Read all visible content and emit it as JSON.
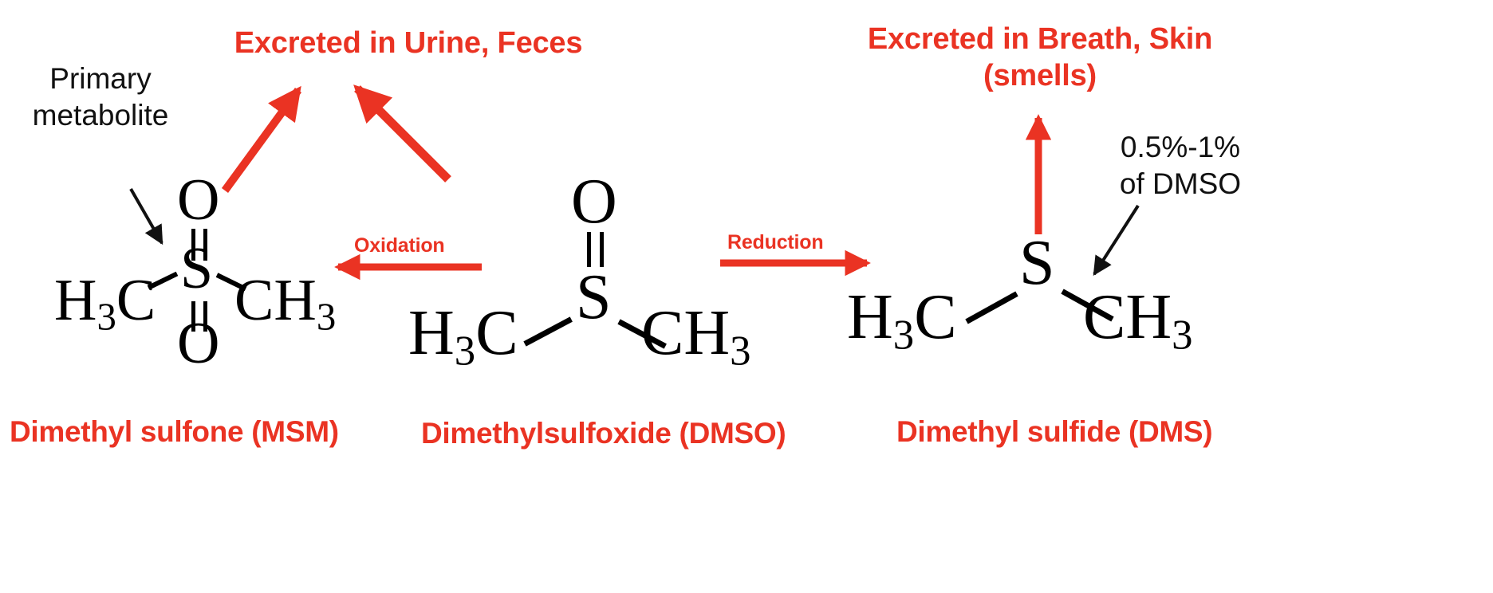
{
  "diagram": {
    "title": "DMSO metabolism pathway",
    "background_color": "#ffffff",
    "accent_red": "#EA3323",
    "ink_black": "#000000"
  },
  "annotations": {
    "primary_metabolite": "Primary\nmetabolite",
    "excreted_urine_feces": "Excreted in Urine, Feces",
    "excreted_breath_skin": "Excreted in Breath, Skin\n(smells)",
    "percent_of_dmso": "0.5%-1%\nof DMSO"
  },
  "reactions": {
    "oxidation_label": "Oxidation",
    "reduction_label": "Reduction"
  },
  "compounds": [
    {
      "id": "msm",
      "caption": "Dimethyl sulfone  (MSM)",
      "top_atom": "O",
      "bottom_atom": "O",
      "center_atom": "S",
      "left_group_main": "H",
      "left_group_sub": "3",
      "left_group_tail": "C",
      "right_group_main": "CH",
      "right_group_sub": "3"
    },
    {
      "id": "dmso",
      "caption": "Dimethylsulfoxide (DMSO)",
      "top_atom": "O",
      "center_atom": "S",
      "left_group_main": "H",
      "left_group_sub": "3",
      "left_group_tail": "C",
      "right_group_main": "CH",
      "right_group_sub": "3"
    },
    {
      "id": "dms",
      "caption": "Dimethyl sulfide (DMS)",
      "center_atom": "S",
      "left_group_main": "H",
      "left_group_sub": "3",
      "left_group_tail": "C",
      "right_group_main": "CH",
      "right_group_sub": "3"
    }
  ],
  "icons": {
    "arrow_up_right_red": "arrow-up-right-icon",
    "arrow_up_left_red": "arrow-up-left-icon",
    "arrow_left_red": "arrow-left-icon",
    "arrow_right_red": "arrow-right-icon",
    "arrow_up_red": "arrow-up-icon",
    "pointer_black": "pointer-arrow-icon"
  }
}
